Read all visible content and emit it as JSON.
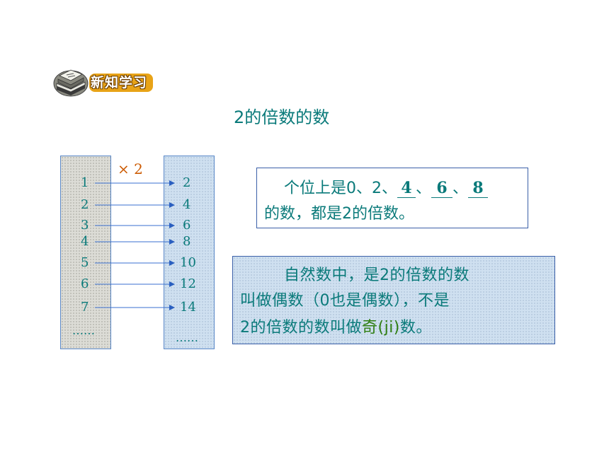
{
  "badge": {
    "label": "新知学习",
    "icon": "books-icon"
  },
  "title": "2的倍数的数",
  "multiplier": "× 2",
  "left_numbers": [
    "1",
    "2",
    "3",
    "4",
    "5",
    "6",
    "7"
  ],
  "right_numbers": [
    "2",
    "4",
    "6",
    "8",
    "10",
    "12",
    "14"
  ],
  "ellipsis": "……",
  "box1": {
    "line1_prefix": "个位上是0、2、",
    "blank1": "4",
    "sep1": "、",
    "blank2": "6",
    "sep2": "、",
    "blank3": "8",
    "line2": "的数，都是2的倍数。"
  },
  "box2": {
    "line1": "自然数中，是2的倍数的数",
    "line2": "叫做偶数（0也是偶数），不是",
    "line3_prefix": "2的倍数的数叫做",
    "line3_odd": "奇(ji)",
    "line3_suffix": "数。"
  },
  "colors": {
    "text": "#0a7a7a",
    "accent": "#cc5a00",
    "badge": "#e8a317",
    "odd": "#2e7d10",
    "border": "#3a5fa8"
  }
}
